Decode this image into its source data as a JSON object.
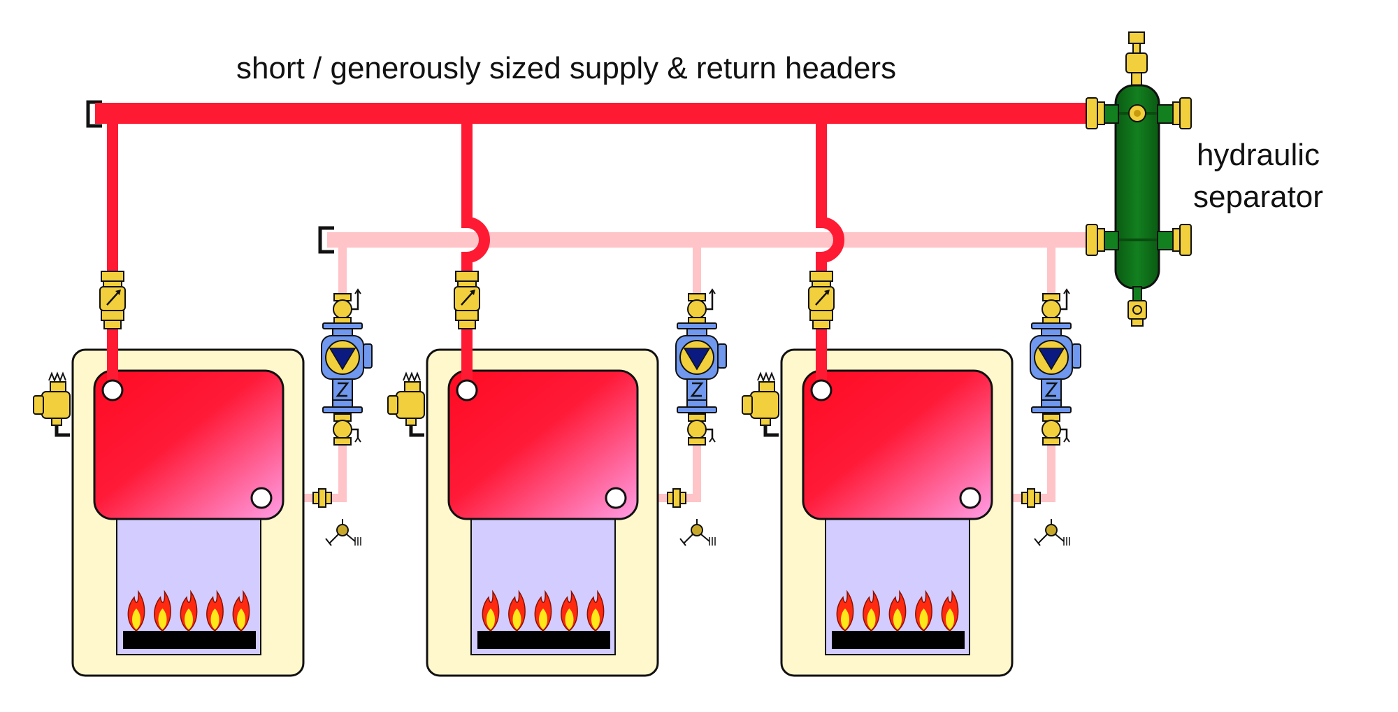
{
  "labels": {
    "headers": "short / generously sized supply & return headers",
    "separator_line1": "hydraulic",
    "separator_line2": "separator"
  },
  "colors": {
    "supply_pipe": "#ff1a33",
    "return_pipe": "#ffc4c8",
    "boiler_jacket": "#fff8cc",
    "heat_exchanger_top": "#ff0a22",
    "heat_exchanger_bottom": "#ff9ee6",
    "combustion_chamber": "#d2ccff",
    "separator_body": "#0c6b18",
    "brass_fittings": "#f2cf3c",
    "pump_body": "#6f98ee",
    "pump_triangle": "#0b1a80"
  },
  "boilers": [
    {
      "name": "boiler-1",
      "burner_flames": 5
    },
    {
      "name": "boiler-2",
      "burner_flames": 5
    },
    {
      "name": "boiler-3",
      "burner_flames": 5
    }
  ],
  "icons": [
    "check-valve-icon",
    "circulator-pump-icon",
    "relief-valve-icon",
    "drain-valve-icon",
    "air-vent-icon",
    "flame-icon"
  ]
}
